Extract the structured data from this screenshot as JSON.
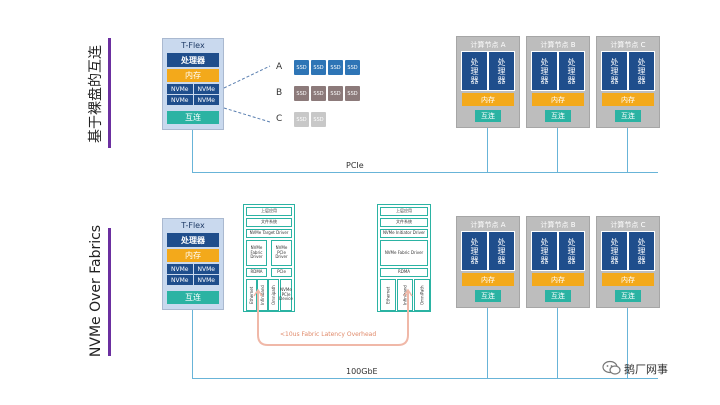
{
  "sections": {
    "top_title": "基于裸盘的互连",
    "bottom_title": "NVMe Over Fabrics"
  },
  "host": {
    "title": "T-Flex",
    "cpu": "处理器",
    "mem": "内存",
    "nvme": "NVMe",
    "ic": "互连"
  },
  "ssd_rows": [
    {
      "label": "A",
      "ssd": "SSD"
    },
    {
      "label": "B",
      "ssd": "SSD"
    },
    {
      "label": "C",
      "ssd": "SSD"
    }
  ],
  "nodes": {
    "titles": [
      "计算节点 A",
      "计算节点 B",
      "计算节点 C"
    ],
    "cpu": "处理器",
    "mem": "内存",
    "ic": "互连"
  },
  "buses": {
    "top": "PCIe",
    "bottom": "100GbE"
  },
  "target_stack": {
    "rows": [
      "上层应用",
      "文件系统",
      "NVMe Target Driver",
      "NVMe Fabric Driver",
      "NVMe PCIe Driver",
      "RDMA",
      "PCIe"
    ],
    "cols": [
      "Ethernet",
      "Infiniband",
      "Omnipath",
      "NVMe PCIe Device"
    ]
  },
  "initiator_stack": {
    "rows": [
      "上层应用",
      "文件系统",
      "NVMe Initiator Driver",
      "NVMe Fabric Driver",
      "RDMA"
    ],
    "cols": [
      "Ethernet",
      "Infiniband",
      "OmniPath"
    ]
  },
  "latency_label": "<10us Fabric Latency Overhead",
  "watermark": "鹅厂网事",
  "colors": {
    "accent_purple": "#6b2fa0",
    "cpu_blue": "#1f4e8c",
    "mem_orange": "#f3a91b",
    "ic_teal": "#2bb3a3",
    "host_bg": "#c9d9ee",
    "node_gray": "#bdbdbd",
    "bus_blue": "#68b4d8",
    "ssd_blue": "#2e75b6",
    "ssd_brown": "#8c7a7a",
    "ssd_light": "#c8c8c8"
  }
}
